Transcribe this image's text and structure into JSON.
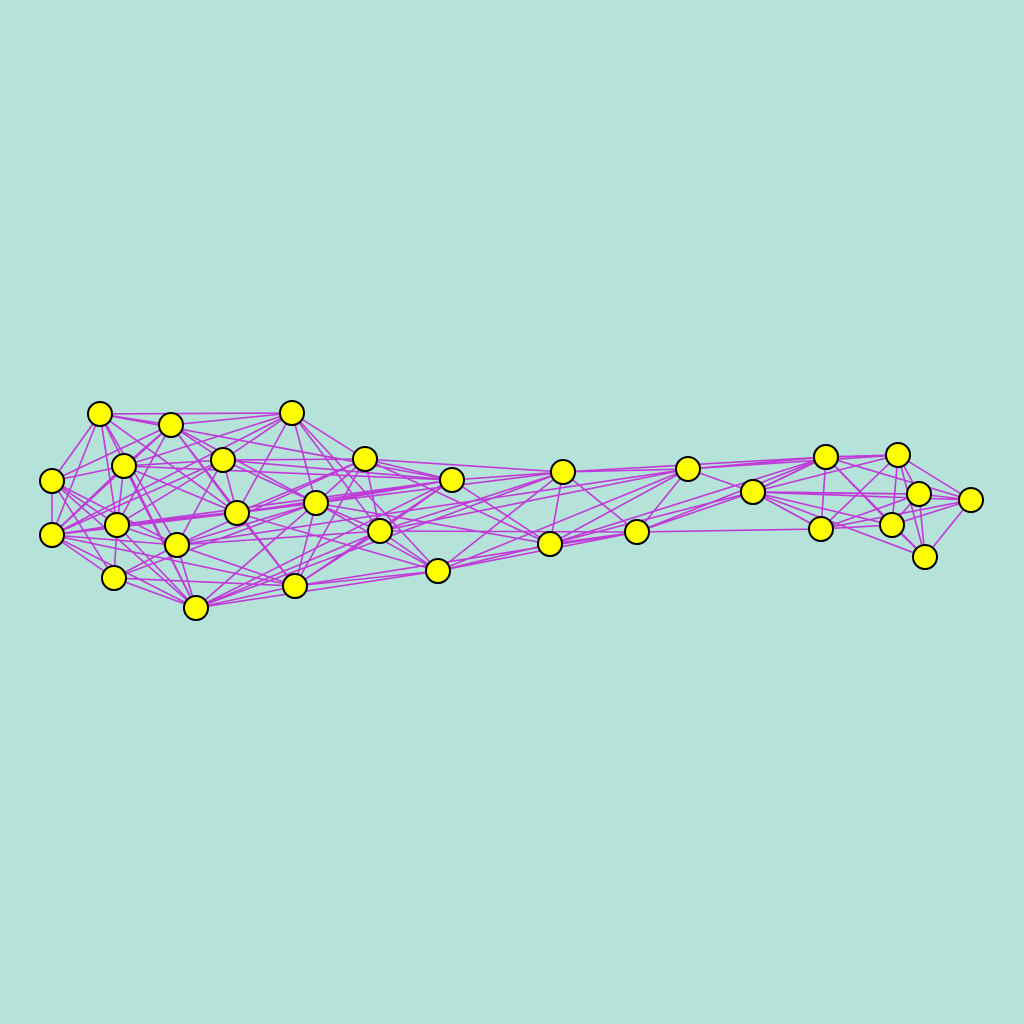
{
  "colors": {
    "background": "#b5e2d9",
    "edge": "#c03ad8",
    "node_fill": "#ffff00",
    "node_stroke": "#000000"
  },
  "graph": {
    "nodes": [
      {
        "id": "n1"
      },
      {
        "id": "n2"
      },
      {
        "id": "n3"
      },
      {
        "id": "n4"
      },
      {
        "id": "n5"
      },
      {
        "id": "n6"
      },
      {
        "id": "n7"
      },
      {
        "id": "n8"
      },
      {
        "id": "n9"
      },
      {
        "id": "n10"
      },
      {
        "id": "n11"
      },
      {
        "id": "n12"
      },
      {
        "id": "n13"
      },
      {
        "id": "n14"
      },
      {
        "id": "n15"
      },
      {
        "id": "n16"
      },
      {
        "id": "n17"
      },
      {
        "id": "n18"
      },
      {
        "id": "n19"
      },
      {
        "id": "n20"
      },
      {
        "id": "n21"
      },
      {
        "id": "n22"
      },
      {
        "id": "n23"
      },
      {
        "id": "n24"
      },
      {
        "id": "n25"
      },
      {
        "id": "n26"
      },
      {
        "id": "n27"
      },
      {
        "id": "n28"
      },
      {
        "id": "n29"
      },
      {
        "id": "n30"
      },
      {
        "id": "n31"
      },
      {
        "id": "n32"
      }
    ],
    "edges": [
      [
        "n1",
        "n2"
      ],
      [
        "n1",
        "n3"
      ],
      [
        "n1",
        "n5"
      ],
      [
        "n1",
        "n6"
      ],
      [
        "n1",
        "n8"
      ],
      [
        "n1",
        "n10"
      ],
      [
        "n1",
        "n12"
      ],
      [
        "n1",
        "n14"
      ],
      [
        "n1",
        "n16"
      ],
      [
        "n2",
        "n3"
      ],
      [
        "n2",
        "n4"
      ],
      [
        "n2",
        "n5"
      ],
      [
        "n2",
        "n6"
      ],
      [
        "n2",
        "n7"
      ],
      [
        "n2",
        "n8"
      ],
      [
        "n2",
        "n12"
      ],
      [
        "n2",
        "n13"
      ],
      [
        "n2",
        "n15"
      ],
      [
        "n3",
        "n4"
      ],
      [
        "n3",
        "n6"
      ],
      [
        "n3",
        "n7"
      ],
      [
        "n3",
        "n11"
      ],
      [
        "n3",
        "n12"
      ],
      [
        "n3",
        "n13"
      ],
      [
        "n3",
        "n17"
      ],
      [
        "n3",
        "n18"
      ],
      [
        "n4",
        "n5"
      ],
      [
        "n4",
        "n6"
      ],
      [
        "n4",
        "n7"
      ],
      [
        "n4",
        "n8"
      ],
      [
        "n4",
        "n12"
      ],
      [
        "n4",
        "n14"
      ],
      [
        "n4",
        "n16"
      ],
      [
        "n5",
        "n6"
      ],
      [
        "n5",
        "n8"
      ],
      [
        "n5",
        "n9"
      ],
      [
        "n5",
        "n10"
      ],
      [
        "n5",
        "n14"
      ],
      [
        "n6",
        "n7"
      ],
      [
        "n6",
        "n8"
      ],
      [
        "n6",
        "n9"
      ],
      [
        "n6",
        "n10"
      ],
      [
        "n6",
        "n12"
      ],
      [
        "n6",
        "n13"
      ],
      [
        "n6",
        "n14"
      ],
      [
        "n6",
        "n15"
      ],
      [
        "n7",
        "n8"
      ],
      [
        "n7",
        "n10"
      ],
      [
        "n7",
        "n11"
      ],
      [
        "n7",
        "n12"
      ],
      [
        "n7",
        "n13"
      ],
      [
        "n7",
        "n16"
      ],
      [
        "n8",
        "n9"
      ],
      [
        "n8",
        "n10"
      ],
      [
        "n8",
        "n12"
      ],
      [
        "n8",
        "n13"
      ],
      [
        "n8",
        "n14"
      ],
      [
        "n8",
        "n16"
      ],
      [
        "n9",
        "n10"
      ],
      [
        "n9",
        "n13"
      ],
      [
        "n9",
        "n14"
      ],
      [
        "n9",
        "n15"
      ],
      [
        "n10",
        "n11"
      ],
      [
        "n10",
        "n13"
      ],
      [
        "n10",
        "n14"
      ],
      [
        "n10",
        "n15"
      ],
      [
        "n10",
        "n17"
      ],
      [
        "n10",
        "n22"
      ],
      [
        "n11",
        "n12"
      ],
      [
        "n11",
        "n13"
      ],
      [
        "n11",
        "n15"
      ],
      [
        "n11",
        "n16"
      ],
      [
        "n11",
        "n17"
      ],
      [
        "n11",
        "n19"
      ],
      [
        "n11",
        "n20"
      ],
      [
        "n12",
        "n13"
      ],
      [
        "n12",
        "n15"
      ],
      [
        "n12",
        "n16"
      ],
      [
        "n12",
        "n18"
      ],
      [
        "n13",
        "n14"
      ],
      [
        "n13",
        "n15"
      ],
      [
        "n13",
        "n16"
      ],
      [
        "n13",
        "n17"
      ],
      [
        "n13",
        "n18"
      ],
      [
        "n13",
        "n19"
      ],
      [
        "n13",
        "n20"
      ],
      [
        "n14",
        "n15"
      ],
      [
        "n14",
        "n16"
      ],
      [
        "n14",
        "n17"
      ],
      [
        "n14",
        "n18"
      ],
      [
        "n14",
        "n19"
      ],
      [
        "n15",
        "n16"
      ],
      [
        "n15",
        "n17"
      ],
      [
        "n15",
        "n18"
      ],
      [
        "n15",
        "n21"
      ],
      [
        "n16",
        "n17"
      ],
      [
        "n16",
        "n19"
      ],
      [
        "n16",
        "n20"
      ],
      [
        "n17",
        "n18"
      ],
      [
        "n17",
        "n19"
      ],
      [
        "n17",
        "n21"
      ],
      [
        "n17",
        "n22"
      ],
      [
        "n18",
        "n19"
      ],
      [
        "n18",
        "n20"
      ],
      [
        "n18",
        "n21"
      ],
      [
        "n18",
        "n22"
      ],
      [
        "n19",
        "n20"
      ],
      [
        "n19",
        "n21"
      ],
      [
        "n19",
        "n22"
      ],
      [
        "n19",
        "n24"
      ],
      [
        "n20",
        "n21"
      ],
      [
        "n20",
        "n22"
      ],
      [
        "n20",
        "n23"
      ],
      [
        "n20",
        "n24"
      ],
      [
        "n21",
        "n22"
      ],
      [
        "n21",
        "n23"
      ],
      [
        "n21",
        "n24"
      ],
      [
        "n21",
        "n25"
      ],
      [
        "n22",
        "n23"
      ],
      [
        "n22",
        "n24"
      ],
      [
        "n22",
        "n26"
      ],
      [
        "n23",
        "n24"
      ],
      [
        "n23",
        "n25"
      ],
      [
        "n23",
        "n26"
      ],
      [
        "n23",
        "n27"
      ],
      [
        "n24",
        "n25"
      ],
      [
        "n24",
        "n26"
      ],
      [
        "n24",
        "n28"
      ],
      [
        "n25",
        "n26"
      ],
      [
        "n25",
        "n27"
      ],
      [
        "n25",
        "n28"
      ],
      [
        "n25",
        "n29"
      ],
      [
        "n25",
        "n31"
      ],
      [
        "n26",
        "n27"
      ],
      [
        "n26",
        "n28"
      ],
      [
        "n26",
        "n29"
      ],
      [
        "n26",
        "n30"
      ],
      [
        "n26",
        "n32"
      ],
      [
        "n27",
        "n28"
      ],
      [
        "n27",
        "n29"
      ],
      [
        "n27",
        "n30"
      ],
      [
        "n27",
        "n31"
      ],
      [
        "n28",
        "n29"
      ],
      [
        "n28",
        "n30"
      ],
      [
        "n28",
        "n31"
      ],
      [
        "n28",
        "n32"
      ],
      [
        "n29",
        "n30"
      ],
      [
        "n29",
        "n31"
      ],
      [
        "n29",
        "n32"
      ],
      [
        "n30",
        "n31"
      ],
      [
        "n30",
        "n32"
      ],
      [
        "n31",
        "n32"
      ]
    ]
  }
}
